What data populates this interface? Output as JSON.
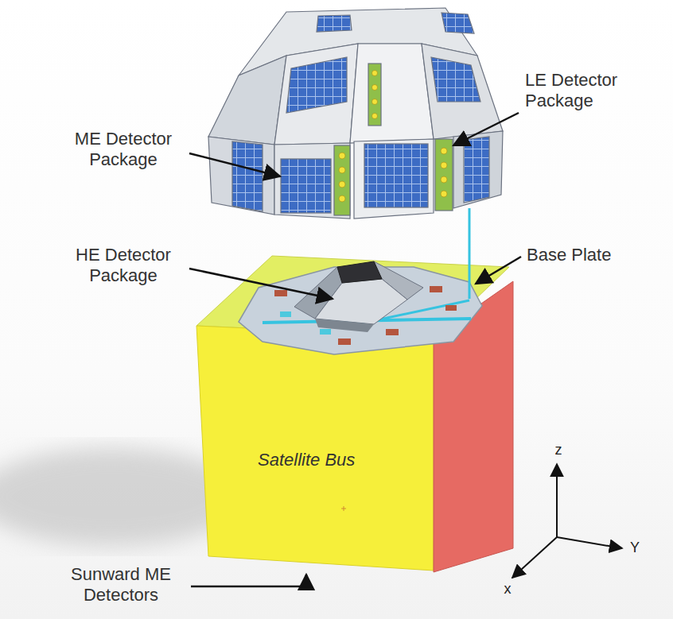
{
  "diagram": {
    "nodes": [
      {
        "text": [
          "Satellite Bus"
        ]
      }
    ],
    "labels": [
      "LE Detector Package",
      "ME Detector Package",
      "HE Detector Package",
      "Base Plate",
      "Sunward ME Detectors",
      "z",
      "Y",
      "x"
    ]
  }
}
